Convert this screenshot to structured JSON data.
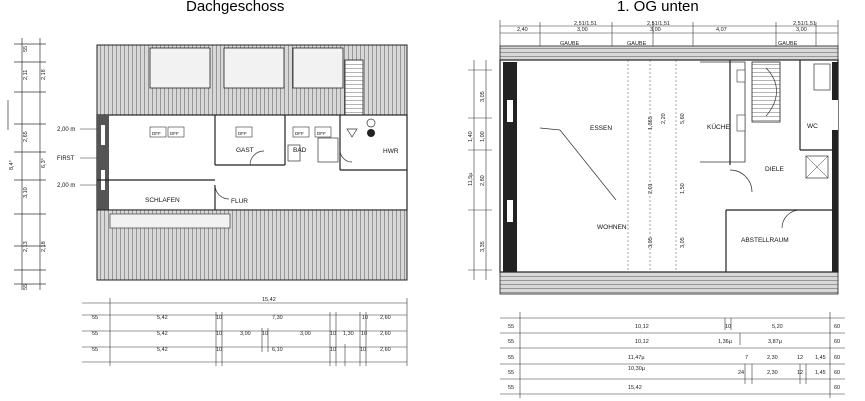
{
  "titles": {
    "left": "Dachgeschoss",
    "right": "1. OG unten"
  },
  "left_plan": {
    "rooms": {
      "gast": "GAST",
      "bad": "BAD",
      "hwr": "HWR",
      "schlafen": "SCHLAFEN",
      "flur": "FLUR"
    },
    "side_labels": {
      "first": "FIRST",
      "h200_top": "2,00 m",
      "h200_bottom": "2,00 m"
    },
    "window_marks": [
      "DFF",
      "DFF",
      "DFF",
      "DFF",
      "DFF"
    ],
    "left_dims": [
      "55",
      "2,11",
      "2,18",
      "2,65",
      "6,3°",
      "8,4°",
      "3,10",
      "2,13",
      "2,18",
      "55"
    ],
    "bottom_dims": {
      "total": "15,42",
      "row1": [
        "55",
        "5,42",
        "10",
        "7,30",
        "10",
        "2,60"
      ],
      "row2": [
        "55",
        "5,42",
        "10",
        "3,00",
        "10",
        "3,00",
        "10",
        "1,30",
        "10",
        "2,60"
      ],
      "row3": [
        "55",
        "5,42",
        "10",
        "6,10",
        "10",
        "10",
        "2,60"
      ]
    }
  },
  "right_plan": {
    "rooms": {
      "essen": "ESSEN",
      "kueche": "KÜCHE",
      "wc": "WC",
      "diele": "DIELE",
      "wohnen": "WOHNEN",
      "abstellraum": "ABSTELLRAUM"
    },
    "top_dims": [
      "2,40",
      "2,51/1,51",
      "3,00",
      "2,51/1,51",
      "3,00",
      "4,07",
      "2,51/1,51",
      "3,00"
    ],
    "gaube_labels": [
      "GAUBE",
      "GAUBE",
      "GAUBE"
    ],
    "left_dims": [
      "3,05",
      "1,40",
      "1,00",
      "11,5µ",
      "2,80",
      "3,35"
    ],
    "inner_dims": [
      "1,365",
      "2,20",
      "5,60",
      "2,01",
      "1,50",
      "3,05",
      "3,05"
    ],
    "bottom_dims": {
      "row1": [
        "55",
        "10,12",
        "10",
        "5,20",
        "60"
      ],
      "row2": [
        "55",
        "10,12",
        "1,36µ",
        "3,87µ",
        "60"
      ],
      "row3": [
        "55",
        "11,47µ",
        "7",
        "2,30",
        "12",
        "1,45",
        "60"
      ],
      "row4": [
        "55",
        "10,30µ",
        "24",
        "2,30",
        "12",
        "1,45",
        "60"
      ],
      "row5": [
        "55",
        "15,42",
        "60"
      ]
    }
  }
}
